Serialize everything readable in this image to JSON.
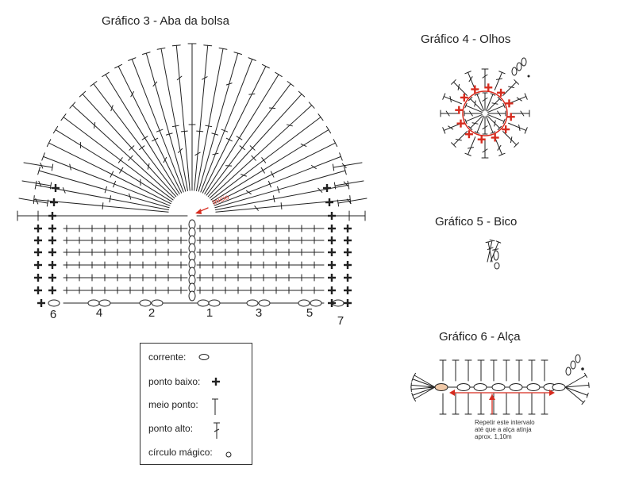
{
  "titles": {
    "chart3": "Gráfico 3 - Aba da bolsa",
    "chart4": "Gráfico 4 - Olhos",
    "chart5": "Gráfico 5 - Bico",
    "chart6": "Gráfico 6 - Alça"
  },
  "chart3": {
    "start_label": "Início",
    "row_numbers": [
      "6",
      "4",
      "2",
      "1",
      "3",
      "5",
      "7"
    ]
  },
  "chart6": {
    "repeat_note": "Repetir este intervalo\naté que a alça atinja\naprox. 1,10m"
  },
  "legend": {
    "items": [
      {
        "label": "corrente:",
        "symbol": "chain-oval-icon"
      },
      {
        "label": "ponto baixo:",
        "symbol": "single-crochet-plus-icon"
      },
      {
        "label": "meio ponto:",
        "symbol": "half-double-crochet-icon"
      },
      {
        "label": "ponto alto:",
        "symbol": "double-crochet-icon"
      },
      {
        "label": "círculo mágico:",
        "symbol": "magic-ring-icon"
      }
    ]
  },
  "colors": {
    "ink": "#222222",
    "accent_red": "#d62b1e",
    "accent_orange": "#e07b39",
    "oval_fill": "#f0c9a8"
  }
}
